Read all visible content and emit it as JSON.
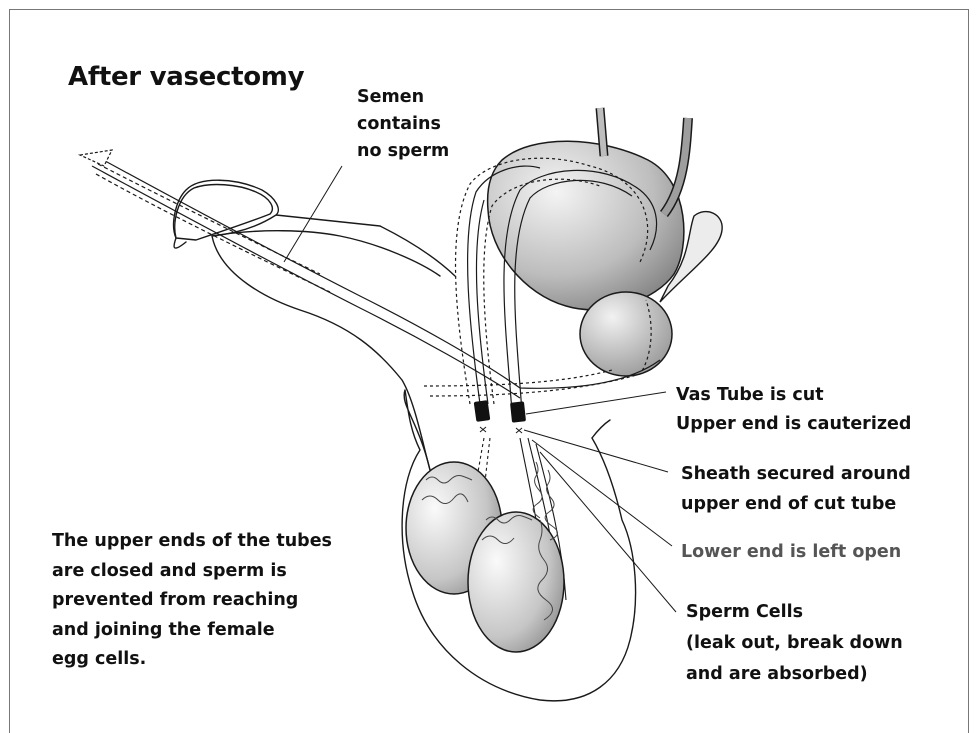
{
  "title": "After vasectomy",
  "labels": {
    "semen": [
      "Semen",
      "contains",
      "no sperm"
    ],
    "vas_cut": [
      "Vas Tube is cut",
      "Upper end is cauterized"
    ],
    "sheath": [
      "Sheath secured around",
      "upper end of cut tube"
    ],
    "lower_end": "Lower end is left open",
    "sperm_cells": [
      "Sperm Cells",
      "(leak out, break down",
      "and are absorbed)"
    ],
    "explanation": [
      "The upper ends of the tubes",
      "are closed and sperm is",
      "prevented from reaching",
      "and joining the female",
      "egg cells."
    ]
  },
  "colors": {
    "outline": "#1a1a1a",
    "fill_light": "#f2f2f2",
    "fill_dark": "#8a8a8a",
    "label_grey": "#555555"
  }
}
